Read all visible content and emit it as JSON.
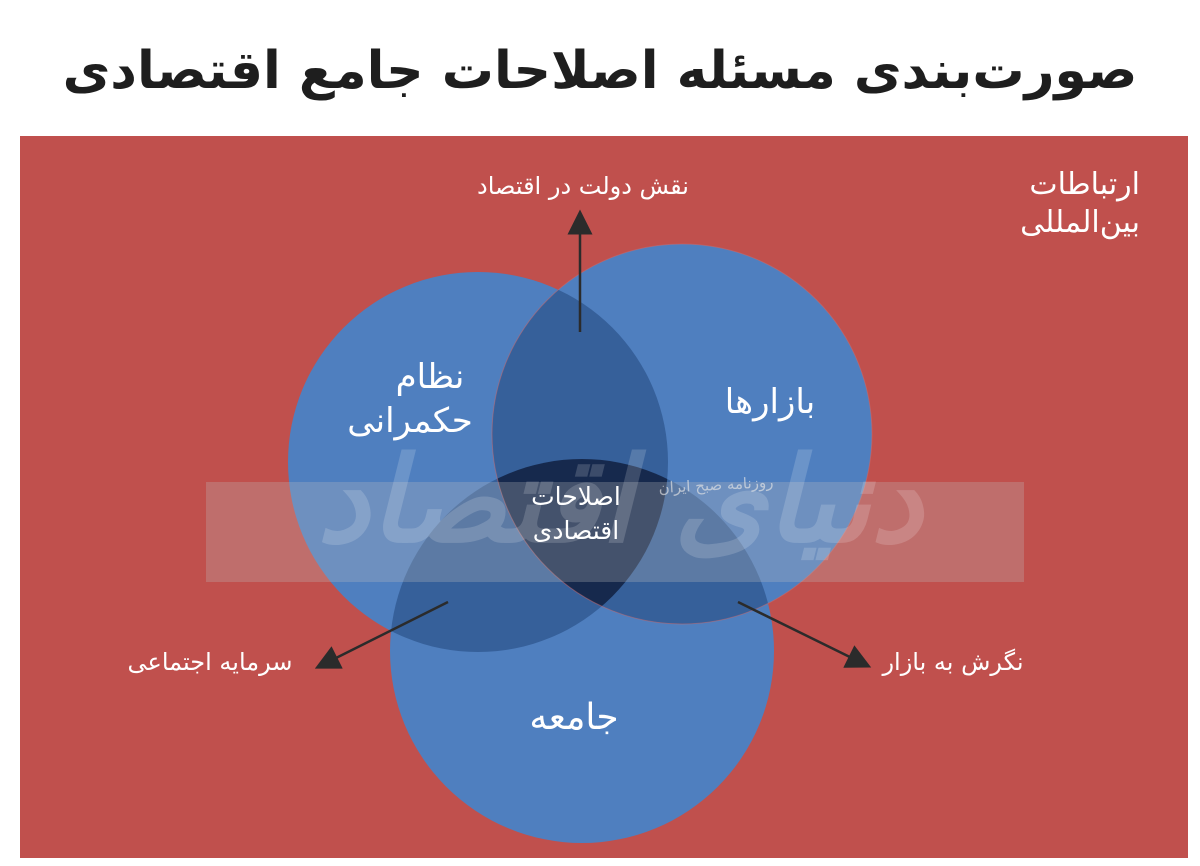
{
  "title": "صورت‌بندی مسئله اصلاحات جامع اقتصادی",
  "outer_label": {
    "line1": "ارتباطات",
    "line2": "بین‌المللی"
  },
  "circles": {
    "governance": {
      "line1": "نظام",
      "line2": "حکمرانی"
    },
    "markets": "بازارها",
    "society": "جامعه"
  },
  "center": {
    "line1": "اصلاحات",
    "line2": "اقتصادی"
  },
  "arrows": {
    "state_role": "نقش دولت در اقتصاد",
    "social_capital": "سرمایه اجتماعی",
    "market_attitude": "نگرش به بازار"
  },
  "watermark": {
    "source": "روزنامه صبح ایران",
    "logo": "دنیای اقتصاد"
  },
  "colors": {
    "background": "#c0504d",
    "circle": "#4f7fbf",
    "pair_overlap": "#36609a",
    "center_overlap": "#16294d",
    "title": "#1e1e1e",
    "text": "#ffffff"
  }
}
